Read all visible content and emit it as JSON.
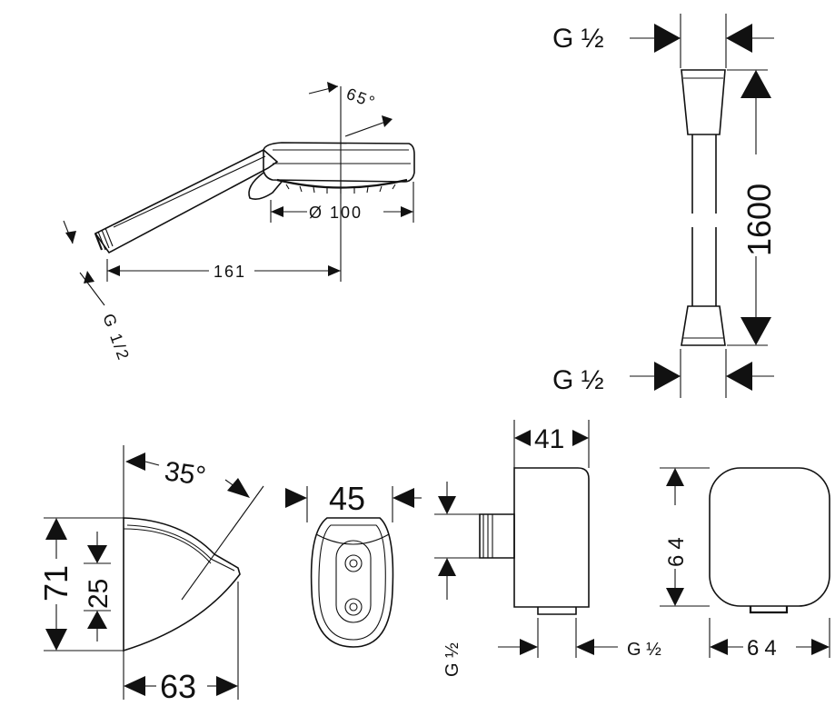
{
  "hand_shower": {
    "angle_label": "65°",
    "diameter_label": "Ø 100",
    "length_label": "161",
    "thread_label": "G 1/2"
  },
  "hose": {
    "thread_top": "G ½",
    "length_label": "1600",
    "thread_bottom": "G ½"
  },
  "holder_side": {
    "angle_label": "35°",
    "height_label": "71",
    "offset_label": "25",
    "depth_label": "63"
  },
  "holder_front": {
    "width_label": "45"
  },
  "outlet_side": {
    "width_label": "41",
    "thread_vertical_label": "G ½",
    "thread_horizontal_label": "G ½"
  },
  "outlet_front": {
    "height_label": "64",
    "width_label": "64"
  }
}
